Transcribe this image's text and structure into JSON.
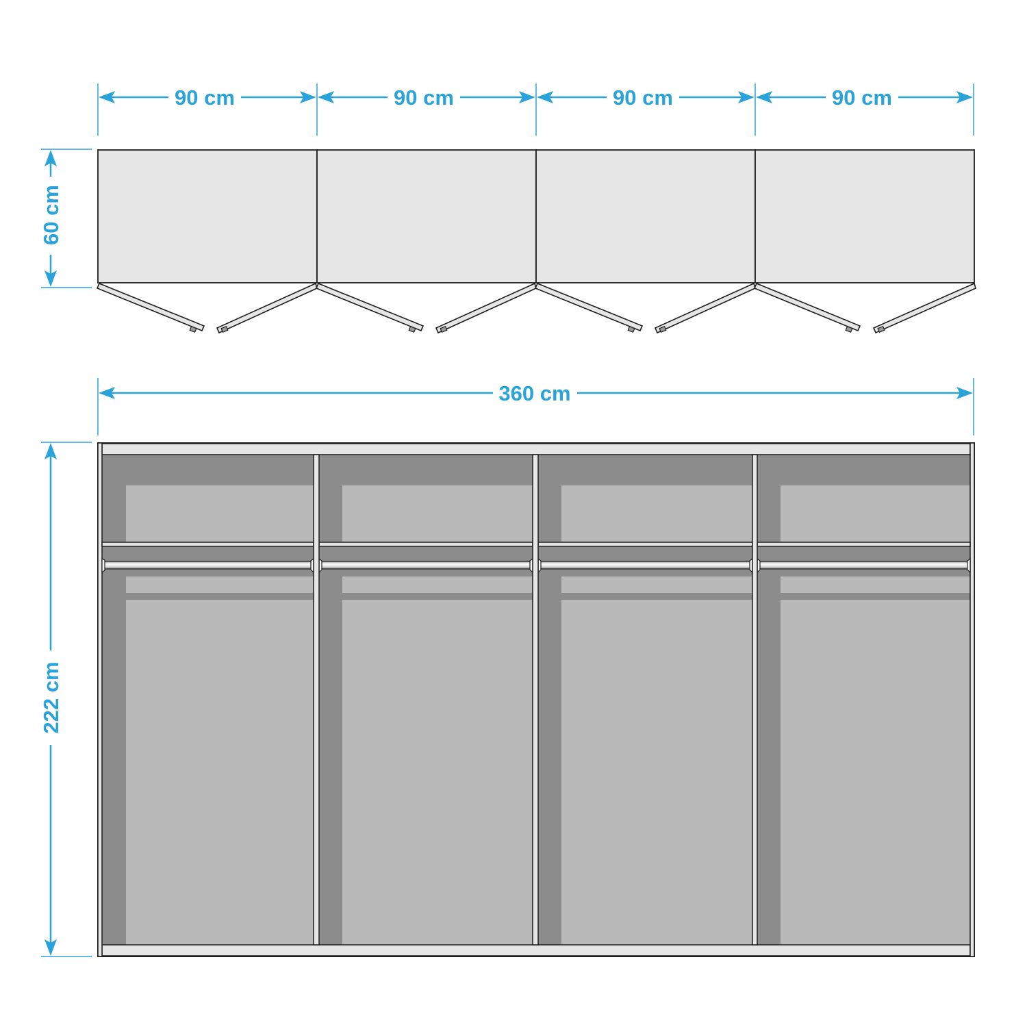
{
  "colors": {
    "dimension": "#29a3d9",
    "outline": "#1e1e1e",
    "panel_light": "#e6e6e6",
    "interior_dark": "#8c8c8c",
    "interior_light": "#b9b9b9",
    "knob": "#9a9a9a",
    "background": "#ffffff"
  },
  "top_view": {
    "width_labels": [
      "90 cm",
      "90 cm",
      "90 cm",
      "90 cm"
    ],
    "depth_label": "60 cm",
    "module_count": 4
  },
  "front_view": {
    "total_width_label": "360 cm",
    "height_label": "222 cm",
    "compartment_count": 4
  }
}
